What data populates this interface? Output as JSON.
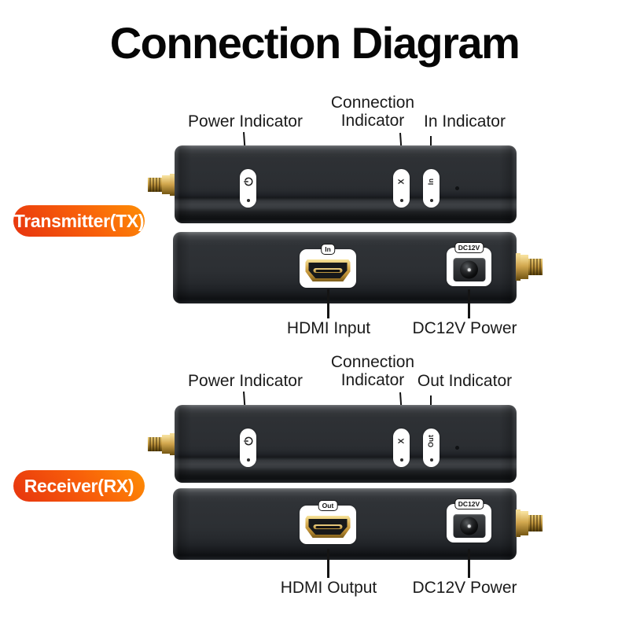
{
  "title": "Connection Diagram",
  "colors": {
    "badge_gradient_start": "#e93a0e",
    "badge_gradient_end": "#fd8a05",
    "badge_text": "#ffffff",
    "device_body": "#2c2f33",
    "gold": "#cda04a",
    "panel": "#ffffff",
    "label_text": "#1b1b1b"
  },
  "sections": [
    {
      "id": "transmitter",
      "badge": "Transmitter(TX)",
      "callouts": {
        "power": "Power Indicator",
        "connection_line1": "Connection",
        "connection_line2": "Indicator",
        "io": "In Indicator"
      },
      "top_view": {
        "power_icon": "power-symbol",
        "connection_glyph": "X",
        "io_glyph": "In"
      },
      "front_view": {
        "hdmi_port_tag": "In",
        "dc_port_tag": "DC12V"
      },
      "bottom_labels": {
        "hdmi": "HDMI Input",
        "dc": "DC12V Power"
      }
    },
    {
      "id": "receiver",
      "badge": "Receiver(RX)",
      "callouts": {
        "power": "Power Indicator",
        "connection_line1": "Connection",
        "connection_line2": "Indicator",
        "io": "Out Indicator"
      },
      "top_view": {
        "power_icon": "power-symbol",
        "connection_glyph": "X",
        "io_glyph": "Out"
      },
      "front_view": {
        "hdmi_port_tag": "Out",
        "dc_port_tag": "DC12V"
      },
      "bottom_labels": {
        "hdmi": "HDMI Output",
        "dc": "DC12V Power"
      }
    }
  ]
}
